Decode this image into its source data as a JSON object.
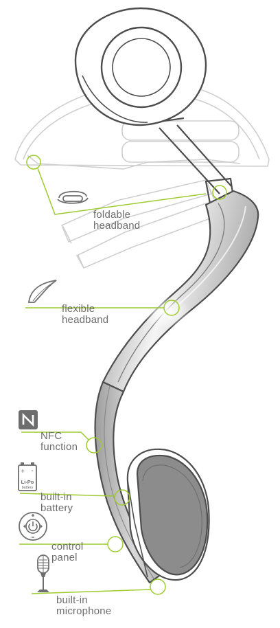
{
  "colors": {
    "accent_line": "#9ccc2e",
    "label_text": "#6d6d6d",
    "outline": "#4d4d4d",
    "ghost_outline": "#cfcfcf",
    "cushion": "#8c8c8c",
    "band_gray": "#9a9a9a"
  },
  "features": [
    {
      "id": "foldable",
      "icon": "fold-icon",
      "lines": [
        "foldable",
        "headband"
      ]
    },
    {
      "id": "flexible",
      "icon": "flex-icon",
      "lines": [
        "flexible",
        "headband"
      ]
    },
    {
      "id": "nfc",
      "icon": "nfc-icon",
      "icon_text": "N",
      "lines": [
        "NFC",
        "function"
      ]
    },
    {
      "id": "battery",
      "icon": "battery-icon",
      "icon_text": [
        "+",
        "-",
        "Li-Po",
        "battery"
      ],
      "lines": [
        "built-in",
        "battery"
      ]
    },
    {
      "id": "control",
      "icon": "power-control-icon",
      "lines": [
        "control",
        "panel"
      ]
    },
    {
      "id": "microphone",
      "icon": "microphone-icon",
      "lines": [
        "built-in",
        "microphone"
      ]
    }
  ]
}
